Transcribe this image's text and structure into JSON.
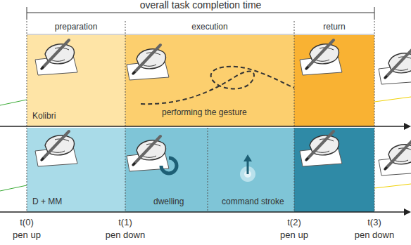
{
  "diagram": {
    "nodes": [
      {
        "text": [
          "Kolibri"
        ]
      },
      {
        "text": [
          "performing the gesture"
        ]
      },
      {
        "text": [
          "D + MM"
        ]
      },
      {
        "text": [
          "dwelling"
        ]
      },
      {
        "text": [
          "command stroke"
        ]
      }
    ],
    "labels": [
      "overall task completion time",
      "preparation",
      "execution",
      "return",
      "t(0)",
      "pen up",
      "t(1)",
      "pen down",
      "t(2)",
      "pen up",
      "t(3)",
      "pen down"
    ]
  }
}
